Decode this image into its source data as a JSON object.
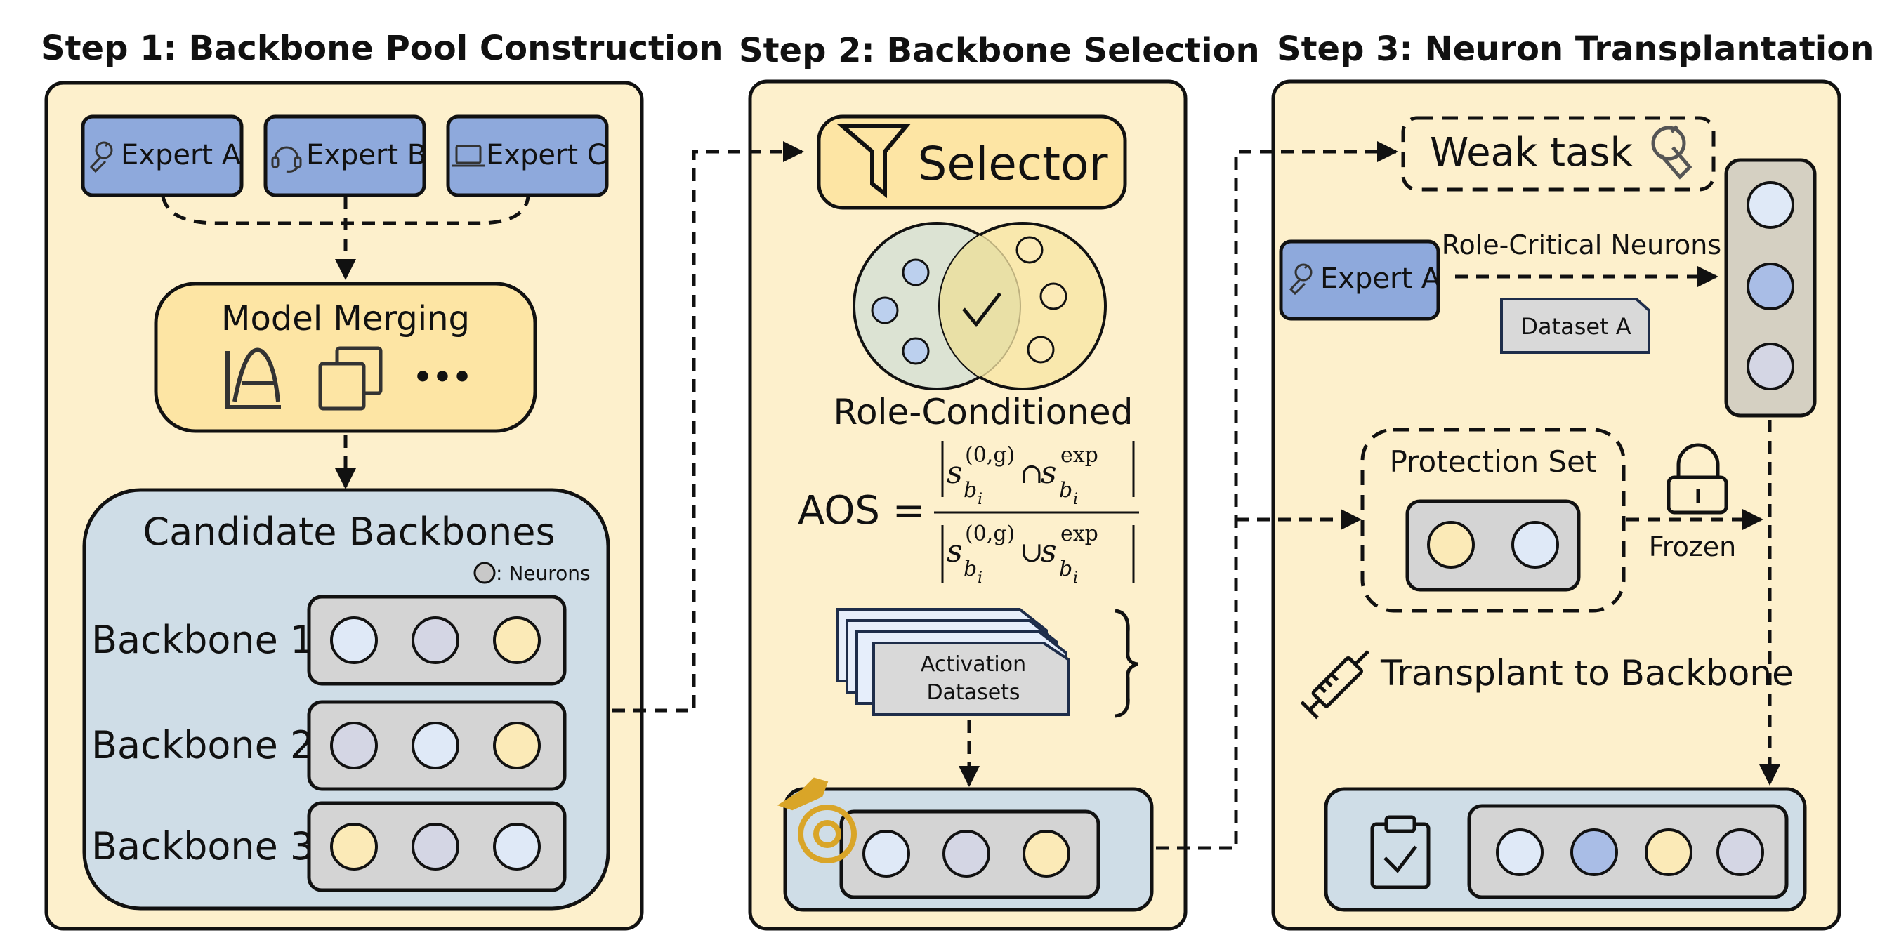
{
  "steps": [
    {
      "title": "Step 1: Backbone Pool Construction"
    },
    {
      "title": "Step 2: Backbone Selection"
    },
    {
      "title": "Step 3: Neuron Transplantation"
    }
  ],
  "step1": {
    "experts": [
      "Expert A",
      "Expert B",
      "Expert C"
    ],
    "merging_label": "Model Merging",
    "merging_more": "•••",
    "candidates_title": "Candidate Backbones",
    "neurons_legend": ": Neurons",
    "backbones": [
      {
        "label": "Backbone 1",
        "neurons": [
          "#dfe9f7",
          "#d4d6e4",
          "#fbeab7"
        ]
      },
      {
        "label": "Backbone 2",
        "neurons": [
          "#d4d6e4",
          "#dfe9f7",
          "#fbeab7"
        ]
      },
      {
        "label": "Backbone 3",
        "neurons": [
          "#fbeab7",
          "#d4d6e4",
          "#dfe9f7"
        ]
      }
    ]
  },
  "step2": {
    "selector_label": "Selector",
    "role_label": "Role-Conditioned",
    "aos_label": "AOS =",
    "formula": {
      "base": "s",
      "sub_base": "b",
      "sub_index": "i",
      "sup_left": "(0,g)",
      "sup_right": "exp",
      "intersect": "∩",
      "union": "∪"
    },
    "activation_label_1": "Activation",
    "activation_label_2": "Datasets",
    "selected_neurons": [
      "#dfe9f7",
      "#d4d6e4",
      "#fbeab7"
    ]
  },
  "step3": {
    "weak_task_label": "Weak task",
    "expert_label": "Expert A",
    "critical_label": "Role-Critical Neurons",
    "dataset_label": "Dataset A",
    "protection_label": "Protection Set",
    "frozen_label": "Frozen",
    "transplant_label": "Transplant to Backbone",
    "column_neurons": [
      "#dfe9f7",
      "#a9bde6",
      "#d4d6e4"
    ],
    "protection_neurons": [
      "#fbeab7",
      "#dfe9f7"
    ],
    "final_neurons": [
      "#dfe9f7",
      "#a9bde6",
      "#fbeab7",
      "#d4d6e4"
    ]
  },
  "colors": {
    "panel": "#fdf0cc",
    "merge_box": "#fde5a4",
    "candidate_box": "#cfdde7",
    "expert_box": "#8ea9dc",
    "gray_box": "#d4d4d4",
    "gold": "#d9a528"
  }
}
